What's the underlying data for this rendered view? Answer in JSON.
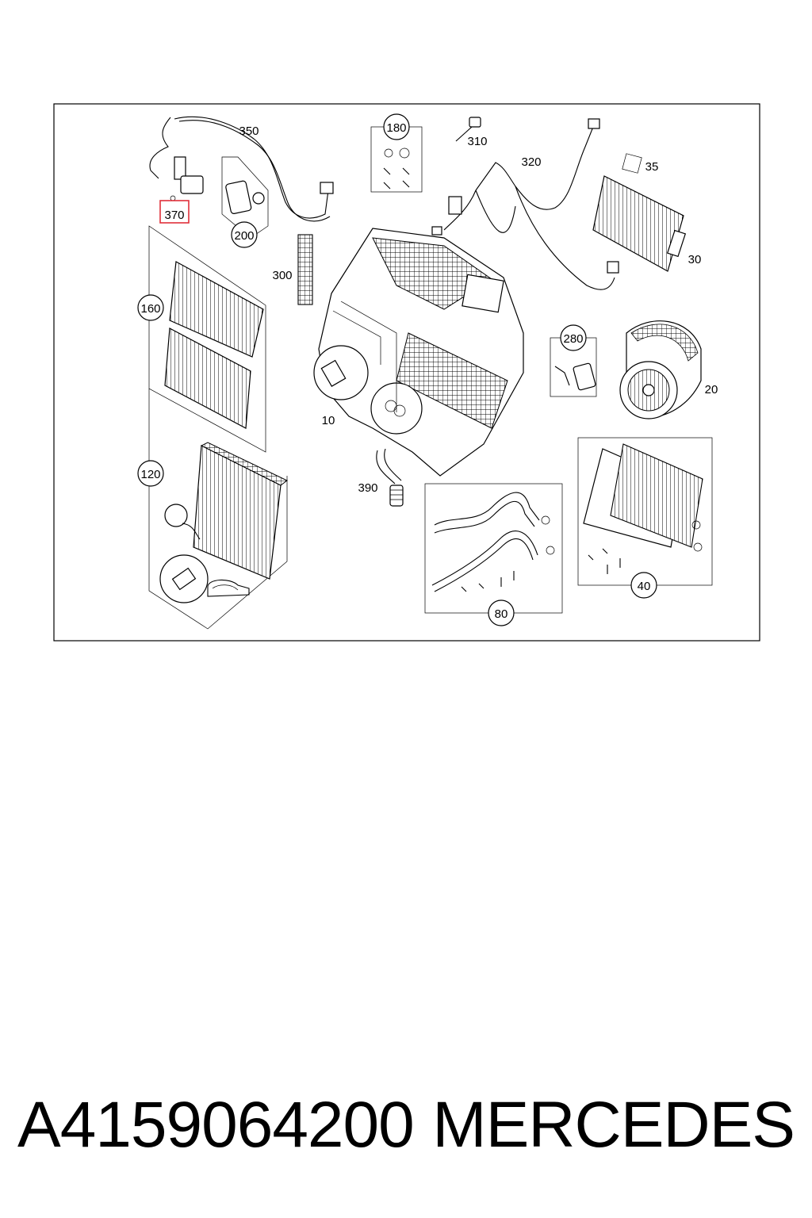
{
  "diagram": {
    "callouts": {
      "c350": "350",
      "c370": "370",
      "c200": "200",
      "c180": "180",
      "c310": "310",
      "c320": "320",
      "c35": "35",
      "c30": "30",
      "c300": "300",
      "c160": "160",
      "c10": "10",
      "c280": "280",
      "c20": "20",
      "c120": "120",
      "c390": "390",
      "c40": "40",
      "c80": "80"
    },
    "highlight_color": "#e0303a"
  },
  "caption": {
    "part_number": "A4159064200",
    "brand": "MERCEDES"
  }
}
